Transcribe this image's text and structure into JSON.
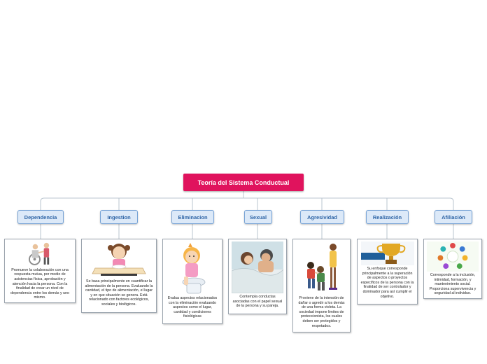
{
  "root": {
    "title": "Teoría del Sistema Conductual"
  },
  "branches": [
    {
      "label": "Dependencia",
      "image": "wheelchair-helper-icon",
      "text": "Promueve la colaboración con una respuesta mutua, por medio de asistencias física, aprobación y atención hacia la persona. Con la finalidad de crear un nivel de dependencia entre los demás y uno mismo."
    },
    {
      "label": "Ingestion",
      "image": "girl-eating-icon",
      "text": "Se basa principalmente en cuantificar la alimentación de la persona. Evaluando la cantidad, el tipo de alimentación, el lugar y en que situación se genera. Está relacionado con factores ecológicos, sociales y biológicos."
    },
    {
      "label": "Eliminacion",
      "image": "child-toilet-icon",
      "text": "Evalua aspectos relacionados con la eliminación evaluando aspectos como el lugar, cantidad y condiciones fisiológicas"
    },
    {
      "label": "Sexual",
      "image": "couple-bed-icon",
      "text": "Contempla conductas asociadas con el papel sexual de la persona y su pareja."
    },
    {
      "label": "Agresividad",
      "image": "fighting-kids-icon",
      "text": "Proviene de la intensión de dañar o agredir a los demás de una forma violeta. La sociedad impone limites de proteccionista, los cuales deben ser protegidos y respetados."
    },
    {
      "label": "Realización",
      "image": "trophy-icon",
      "text": "Su enfoque corresponde principalmente a la superación de aspectos o proyectos específicos de la persona con la finalidad de ser controlador y dominador para así cumplir el objetivo."
    },
    {
      "label": "Afiliación",
      "image": "people-circle-icon",
      "text": "Corresponde a la inclusión, intimidad, formación, y mantenimiento social. Proporciona supervivencia y seguridad al individuo."
    }
  ]
}
